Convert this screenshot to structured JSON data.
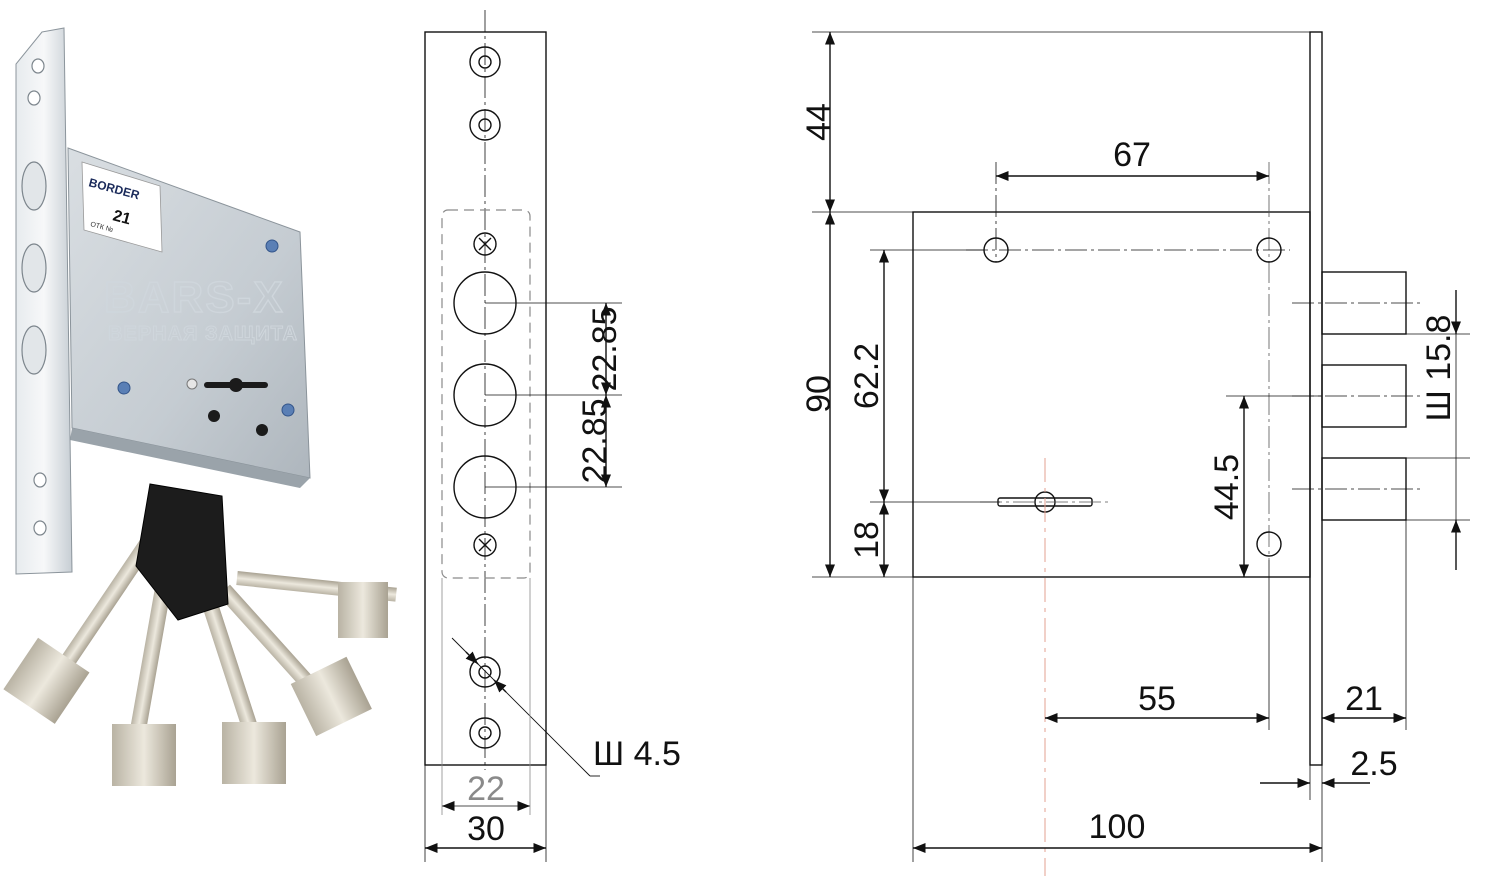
{
  "photo": {
    "label_brand": "BORDER",
    "label_model": "21",
    "label_small": "ОТК №",
    "watermark_main": "BARS-X",
    "watermark_sub": "ВЕРНАЯ ЗАЩИТА"
  },
  "front_view": {
    "dim_bolt_pitch_1": "22.85",
    "dim_bolt_pitch_2": "22.85",
    "dim_screw_hole": "Ш 4.5",
    "dim_inner_width": "22",
    "dim_faceplate_width": "30"
  },
  "side_view": {
    "dim_top_offset": "44",
    "dim_mount_hole_spacing": "67",
    "dim_body_height": "90",
    "dim_mount_to_key": "62.2",
    "dim_key_to_bottom": "18",
    "dim_bolt_to_hole": "44.5",
    "dim_bolt_diameter": "Ш 15.8",
    "dim_backset": "55",
    "dim_bolt_throw": "21",
    "dim_faceplate_thickness": "2.5",
    "dim_body_depth": "100"
  },
  "colors": {
    "line": "#111111",
    "hidden_line": "#8a8a8a",
    "center_line_key": "#e3a090",
    "metal": "#c9d0d6",
    "key_handle": "#1c1c1c"
  }
}
